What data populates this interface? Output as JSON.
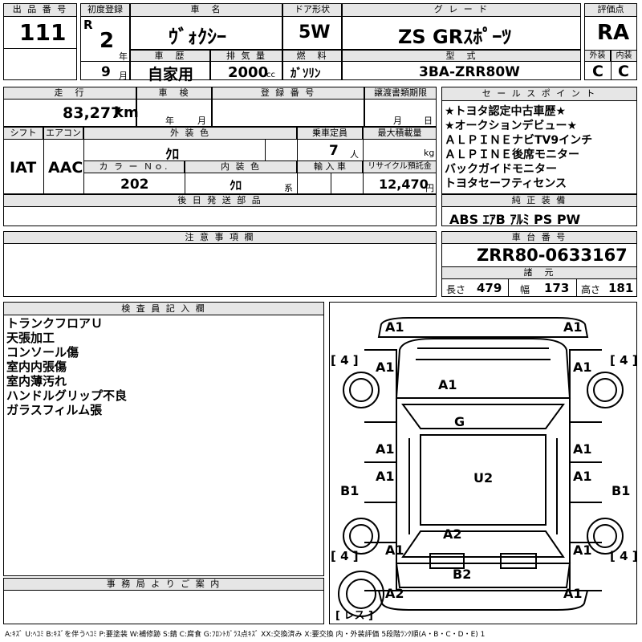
{
  "row1": {
    "lot_label": "出 品 番 号",
    "lot": "111",
    "reg_label": "初度登録",
    "era": "R",
    "year": "2",
    "year_unit": "年",
    "month": "9",
    "month_unit": "月",
    "car_name_label": "車　名",
    "car_name": "ｳﾞｫｸｼｰ",
    "door_label": "ドア形状",
    "door": "5W",
    "grade_label": "グ レ ー ド",
    "grade": "ZS  GRｽﾎﾟｰﾂ",
    "score_label": "評価点",
    "score": "RA",
    "ext_label": "外装",
    "ext": "C",
    "int_label": "内装",
    "int": "C"
  },
  "row2": {
    "history_label": "車　歴",
    "history": "自家用",
    "displacement_label": "排 気 量",
    "displacement": "2000",
    "cc": "cc",
    "fuel_label": "燃　料",
    "fuel": "ｶﾞｿﾘﾝ",
    "model_label": "型　式",
    "model": "3BA-ZRR80W"
  },
  "row3": {
    "mileage_label": "走　行",
    "mileage": "83,277",
    "km": "km",
    "inspection_label": "車　検",
    "insp_year": "年",
    "insp_month": "月",
    "plate_label": "登 録 番 号",
    "transfer_label": "譲渡書類期限",
    "tr_month": "月",
    "tr_day": "日",
    "shift_label": "シフト",
    "shift": "IAT",
    "ac_label": "エアコン",
    "ac": "AAC",
    "color_label": "外 装 色",
    "color": "ｸﾛ",
    "capacity_label": "乗車定員",
    "capacity": "7",
    "capacity_unit": "人",
    "load_label": "最大積載量",
    "load_unit": "kg",
    "colorno_label": "カ ラ ー Ｎｏ.",
    "colorno": "202",
    "intcolor_label": "内 装 色",
    "intcolor": "ｸﾛ",
    "kei": "系",
    "import_label": "輸 入 車",
    "recycle_label": "リサイクル預託金",
    "recycle": "12,470",
    "yen": "円",
    "later_label": "後 日 発 送 部 品"
  },
  "sales_points": {
    "label": "セ ー ル ス ポ イ ン ト",
    "lines": [
      "★トヨタ認定中古車歴★",
      "★オークションデビュー★",
      "ＡＬＰＩＮＥナビTV9インチ",
      "ＡＬＰＩＮＥ後席モニター",
      "バックガイドモニター",
      "トヨタセーフティセンス"
    ]
  },
  "genuine": {
    "label": "純 正 装 備",
    "items": "ABS  ｴｱB  ｱﾙﾐ  PS  PW"
  },
  "notes": {
    "label": "注 意 事 項 欄"
  },
  "chassis": {
    "label": "車 台 番 号",
    "number": "ZRR80-0633167",
    "dims_label": "諸　元",
    "length_label": "長さ",
    "length": "479",
    "width_label": "幅",
    "width": "173",
    "height_label": "高さ",
    "height": "181"
  },
  "inspector": {
    "label": "検 査 員 記 入 欄",
    "lines": [
      "トランクフロアＵ",
      "天張加工",
      "コンソール傷",
      "室内内張傷",
      "室内薄汚れ",
      "ハンドルグリップ不良",
      "ガラスフィルム張"
    ]
  },
  "office": {
    "label": "事 務 局 よ り ご 案 内"
  },
  "diagram": {
    "marks": [
      "A1",
      "A1",
      "A1",
      "A1",
      "A1",
      "G",
      "A1",
      "A1",
      "A1",
      "A1",
      "U2",
      "B1",
      "B1",
      "A2",
      "A1",
      "A1",
      "B2",
      "A2",
      "A1"
    ],
    "tires": [
      "4",
      "4",
      "4",
      "4"
    ],
    "spare": "レス"
  },
  "legend": "A:ｷｽﾞ  U:ﾍｺﾐ  B:ｷｽﾞを伴うﾍｺﾐ  P:要塗装  W:補修跡  S:錆  C:腐食  G:ﾌﾛﾝﾄｶﾞﾗｽ点ｷｽﾞ  XX:交換済み  X:要交換  内・外装評価  5段階ﾗﾝｸ順(A・B・C・D・E) 1"
}
